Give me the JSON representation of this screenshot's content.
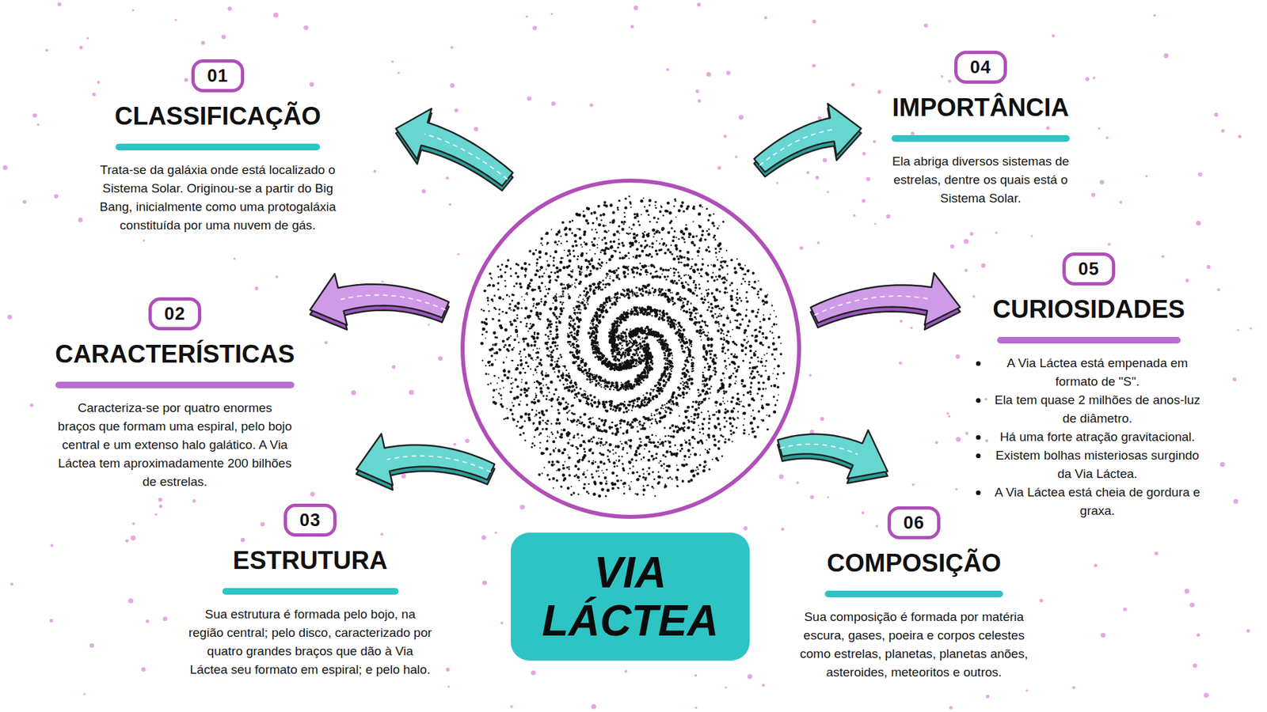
{
  "diagram": {
    "nodes": [
      {
        "text": [
          "VIA LÁCTEA"
        ]
      },
      {
        "text": [
          "CLASSIFICAÇÃO",
          "Trata-se da galáxia onde está localizado o Sistema Solar. Originou-se a partir do Big Bang, inicialmente como uma protogaláxia constituída por uma nuvem de gás."
        ]
      },
      {
        "text": [
          "01"
        ],
        "in": 1
      },
      {
        "text": [
          "CARACTERÍSTICAS",
          "Caracteriza-se por quatro enormes braços que formam uma espiral, pelo bojo central e um extenso halo galático. A Via Láctea tem aproximadamente 200 bilhões de estrelas."
        ]
      },
      {
        "text": [
          "02"
        ],
        "in": 3
      },
      {
        "text": [
          "ESTRUTURA",
          "Sua estrutura é formada pelo bojo, na região central; pelo disco, caracterizado por quatro grandes braços que dão à Via Láctea seu formato em espiral; e pelo halo."
        ]
      },
      {
        "text": [
          "03"
        ],
        "in": 5
      },
      {
        "text": [
          "IMPORTÂNCIA",
          "Ela abriga diversos sistemas de estrelas, dentre os quais está o Sistema Solar."
        ]
      },
      {
        "text": [
          "04"
        ],
        "in": 7
      },
      {
        "text": [
          "CURIOSIDADES",
          "A Via Láctea está empenada em formato de \"S\".",
          "Ela tem quase 2 milhões de anos-luz de diâmetro.",
          "Há uma forte atração gravitacional.",
          "Existem bolhas misteriosas surgindo da Via Láctea.",
          "A Via Láctea está cheia de gordura e graxa."
        ]
      },
      {
        "text": [
          "05"
        ],
        "in": 9
      },
      {
        "text": [
          "COMPOSIÇÃO",
          "Sua composição é formada por matéria escura, gases, poeira e corpos celestes como estrelas, planetas, planetas anões, asteroides, meteoritos e outros."
        ]
      },
      {
        "text": [
          "06"
        ],
        "in": 11
      }
    ]
  }
}
